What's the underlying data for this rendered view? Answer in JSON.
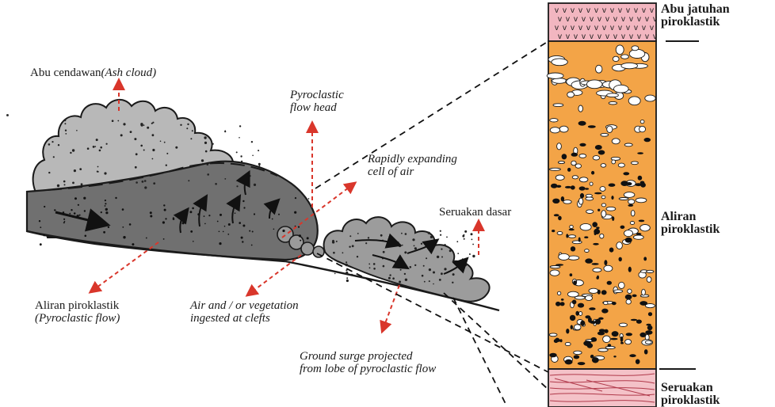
{
  "diagram": {
    "labels": {
      "ash_cloud": {
        "text": "Abu cendawan",
        "italic": "(Ash cloud)"
      },
      "flow_head": [
        "Pyroclastic",
        "flow head"
      ],
      "expanding_cell": [
        "Rapidly expanding",
        "cell of air"
      ],
      "base_surge": "Seruakan dasar",
      "pyroclastic_flow": [
        "Aliran piroklastik",
        "(Pyroclastic flow)"
      ],
      "air_ingested": [
        "Air and / or vegetation",
        "ingested at clefts"
      ],
      "ground_surge": [
        "Ground surge projected",
        "from lobe of pyroclastic flow"
      ]
    },
    "colors": {
      "cloud": "#b8b8b8",
      "flow_body": "#6f6f6f",
      "arrow_red": "#d9362b",
      "column_fill": "#f3a447",
      "fallout_fill": "#f2b6c0",
      "surge_fill": "#f4c2c8",
      "outline": "#1a1a1a"
    }
  },
  "column": {
    "layers": [
      {
        "label": [
          "Abu jatuhan",
          "piroklastik"
        ]
      },
      {
        "label": [
          "Aliran",
          "piroklastik"
        ]
      },
      {
        "label": [
          "Seruakan",
          "piroklastik"
        ]
      }
    ]
  }
}
